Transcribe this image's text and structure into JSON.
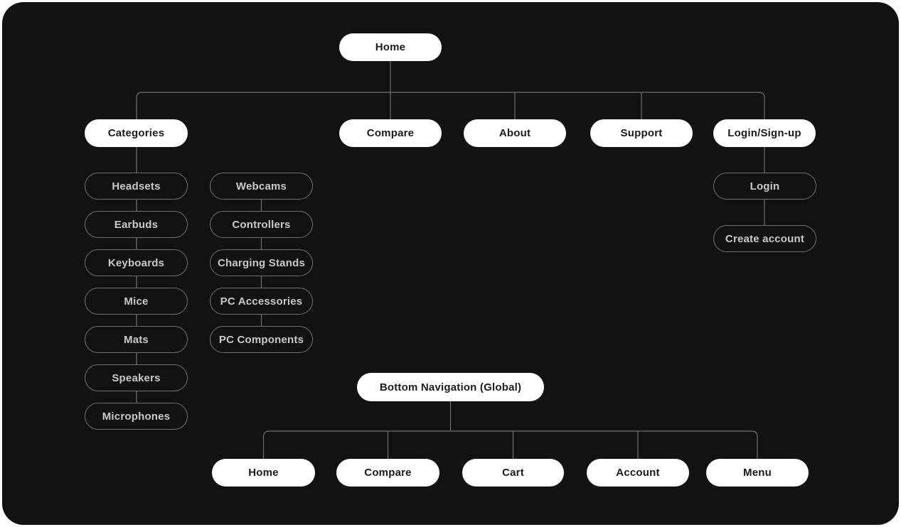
{
  "colors": {
    "canvas_background": "#121214",
    "page_background": "#ffffff",
    "connector_line": "#6f6f6f",
    "solid_node_background": "#ffffff",
    "solid_node_text": "#1b1b1e",
    "outline_node_border": "#707070",
    "outline_node_text": "#c9c9c9"
  },
  "sitemap": {
    "root": {
      "label": "Home"
    },
    "primary": [
      {
        "label": "Categories"
      },
      {
        "label": "Compare"
      },
      {
        "label": "About"
      },
      {
        "label": "Support"
      },
      {
        "label": "Login/Sign-up"
      }
    ],
    "categories": {
      "column1": [
        {
          "label": "Headsets"
        },
        {
          "label": "Earbuds"
        },
        {
          "label": "Keyboards"
        },
        {
          "label": "Mice"
        },
        {
          "label": "Mats"
        },
        {
          "label": "Speakers"
        },
        {
          "label": "Microphones"
        }
      ],
      "column2": [
        {
          "label": "Webcams"
        },
        {
          "label": "Controllers"
        },
        {
          "label": "Charging Stands"
        },
        {
          "label": "PC Accessories"
        },
        {
          "label": "PC Components"
        }
      ]
    },
    "auth": [
      {
        "label": "Login"
      },
      {
        "label": "Create account"
      }
    ],
    "bottom_nav": {
      "label": "Bottom Navigation (Global)",
      "items": [
        {
          "label": "Home"
        },
        {
          "label": "Compare"
        },
        {
          "label": "Cart"
        },
        {
          "label": "Account"
        },
        {
          "label": "Menu"
        }
      ]
    }
  }
}
